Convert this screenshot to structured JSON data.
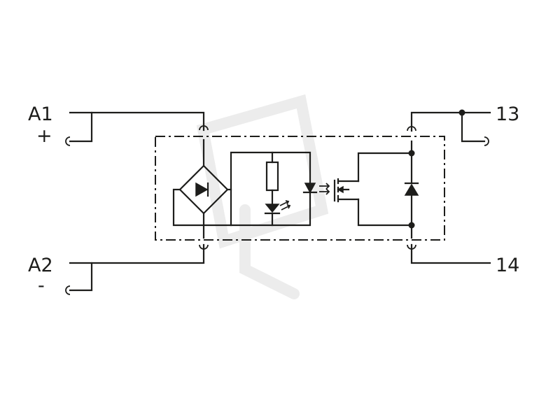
{
  "terminals": {
    "a1": "A1",
    "a1_polarity": "+",
    "a2": "A2",
    "a2_polarity": "-",
    "t13": "13",
    "t14": "14"
  },
  "colors": {
    "line": "#1d1d1b",
    "background": "#ffffff",
    "watermark": "#ececec"
  }
}
